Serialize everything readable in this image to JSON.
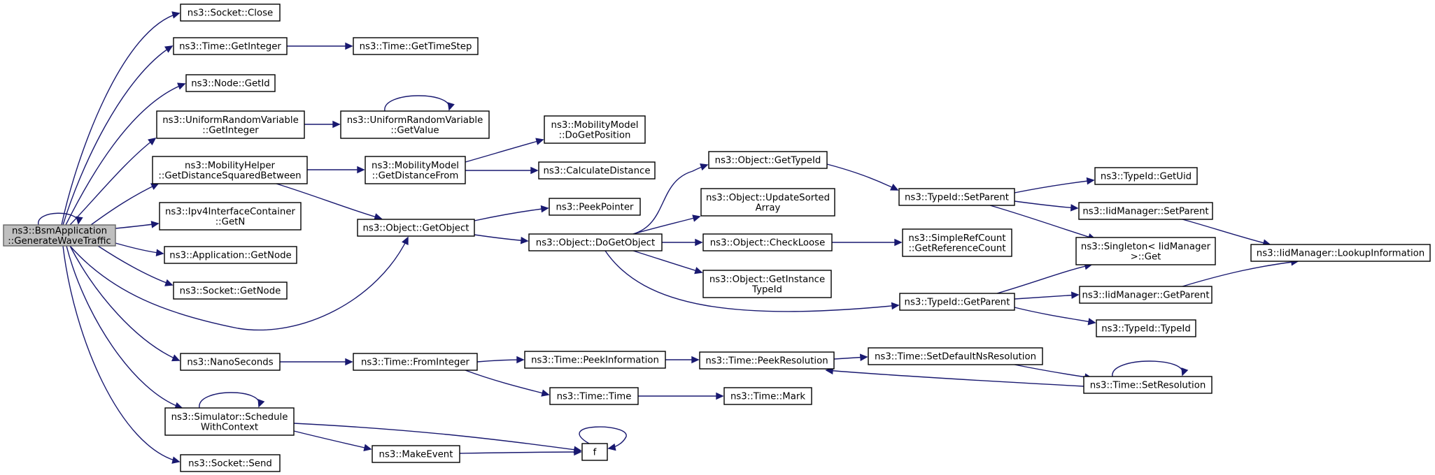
{
  "diagram": {
    "type": "call-graph",
    "colors": {
      "edge": "#191970",
      "root_fill": "#bfbfbf",
      "root_stroke": "#666666",
      "node_fill": "#ffffff",
      "node_stroke": "#000000"
    },
    "nodes": [
      {
        "id": "root",
        "lines": [
          "ns3::BsmApplication",
          "::GenerateWaveTraffic"
        ]
      },
      {
        "id": "socket_close",
        "lines": [
          "ns3::Socket::Close"
        ]
      },
      {
        "id": "time_getinteger",
        "lines": [
          "ns3::Time::GetInteger"
        ]
      },
      {
        "id": "time_gettimestep",
        "lines": [
          "ns3::Time::GetTimeStep"
        ]
      },
      {
        "id": "node_getid",
        "lines": [
          "ns3::Node::GetId"
        ]
      },
      {
        "id": "urv_getinteger",
        "lines": [
          "ns3::UniformRandomVariable",
          "::GetInteger"
        ]
      },
      {
        "id": "urv_getvalue",
        "lines": [
          "ns3::UniformRandomVariable",
          "::GetValue"
        ]
      },
      {
        "id": "mm_dogetposition",
        "lines": [
          "ns3::MobilityModel",
          "::DoGetPosition"
        ]
      },
      {
        "id": "mh_getdist",
        "lines": [
          "ns3::MobilityHelper",
          "::GetDistanceSquaredBetween"
        ]
      },
      {
        "id": "mm_getdistfrom",
        "lines": [
          "ns3::MobilityModel",
          "::GetDistanceFrom"
        ]
      },
      {
        "id": "calcdist",
        "lines": [
          "ns3::CalculateDistance"
        ]
      },
      {
        "id": "obj_gettypeid",
        "lines": [
          "ns3::Object::GetTypeId"
        ]
      },
      {
        "id": "typeid_getuid",
        "lines": [
          "ns3::TypeId::GetUid"
        ]
      },
      {
        "id": "typeid_setparent",
        "lines": [
          "ns3::TypeId::SetParent"
        ]
      },
      {
        "id": "obj_updatesorted",
        "lines": [
          "ns3::Object::UpdateSorted",
          "Array"
        ]
      },
      {
        "id": "peekpointer",
        "lines": [
          "ns3::PeekPointer"
        ]
      },
      {
        "id": "iid_setparent",
        "lines": [
          "ns3::IidManager::SetParent"
        ]
      },
      {
        "id": "ipv4_getn",
        "lines": [
          "ns3::Ipv4InterfaceContainer",
          "::GetN"
        ]
      },
      {
        "id": "obj_getobject",
        "lines": [
          "ns3::Object::GetObject"
        ]
      },
      {
        "id": "obj_dogetobject",
        "lines": [
          "ns3::Object::DoGetObject"
        ]
      },
      {
        "id": "obj_checkloose",
        "lines": [
          "ns3::Object::CheckLoose"
        ]
      },
      {
        "id": "simplerefcount",
        "lines": [
          "ns3::SimpleRefCount",
          "::GetReferenceCount"
        ]
      },
      {
        "id": "singleton_get",
        "lines": [
          "ns3::Singleton< IidManager",
          " >::Get"
        ]
      },
      {
        "id": "iid_lookup",
        "lines": [
          "ns3::IidManager::LookupInformation"
        ]
      },
      {
        "id": "app_getnode",
        "lines": [
          "ns3::Application::GetNode"
        ]
      },
      {
        "id": "obj_getinstancetypeid",
        "lines": [
          "ns3::Object::GetInstance",
          "TypeId"
        ]
      },
      {
        "id": "socket_getnode",
        "lines": [
          "ns3::Socket::GetNode"
        ]
      },
      {
        "id": "typeid_getparent",
        "lines": [
          "ns3::TypeId::GetParent"
        ]
      },
      {
        "id": "iid_getparent",
        "lines": [
          "ns3::IidManager::GetParent"
        ]
      },
      {
        "id": "typeid_typeid",
        "lines": [
          "ns3::TypeId::TypeId"
        ]
      },
      {
        "id": "nanoseconds",
        "lines": [
          "ns3::NanoSeconds"
        ]
      },
      {
        "id": "time_frominteger",
        "lines": [
          "ns3::Time::FromInteger"
        ]
      },
      {
        "id": "time_peekinfo",
        "lines": [
          "ns3::Time::PeekInformation"
        ]
      },
      {
        "id": "time_peekres",
        "lines": [
          "ns3::Time::PeekResolution"
        ]
      },
      {
        "id": "time_setdefaultns",
        "lines": [
          "ns3::Time::SetDefaultNsResolution"
        ]
      },
      {
        "id": "time_time",
        "lines": [
          "ns3::Time::Time"
        ]
      },
      {
        "id": "time_mark",
        "lines": [
          "ns3::Time::Mark"
        ]
      },
      {
        "id": "time_setres",
        "lines": [
          "ns3::Time::SetResolution"
        ]
      },
      {
        "id": "sim_schedule",
        "lines": [
          "ns3::Simulator::Schedule",
          "WithContext"
        ]
      },
      {
        "id": "f",
        "lines": [
          "f"
        ]
      },
      {
        "id": "makeevent",
        "lines": [
          "ns3::MakeEvent"
        ]
      },
      {
        "id": "socket_send",
        "lines": [
          "ns3::Socket::Send"
        ]
      }
    ],
    "edges": [
      [
        "root",
        "root"
      ],
      [
        "root",
        "socket_close"
      ],
      [
        "root",
        "time_getinteger"
      ],
      [
        "root",
        "node_getid"
      ],
      [
        "root",
        "urv_getinteger"
      ],
      [
        "root",
        "mh_getdist"
      ],
      [
        "root",
        "ipv4_getn"
      ],
      [
        "root",
        "app_getnode"
      ],
      [
        "root",
        "socket_getnode"
      ],
      [
        "root",
        "obj_getobject"
      ],
      [
        "root",
        "nanoseconds"
      ],
      [
        "root",
        "sim_schedule"
      ],
      [
        "root",
        "socket_send"
      ],
      [
        "time_getinteger",
        "time_gettimestep"
      ],
      [
        "urv_getinteger",
        "urv_getvalue"
      ],
      [
        "urv_getvalue",
        "urv_getvalue"
      ],
      [
        "mh_getdist",
        "mm_getdistfrom"
      ],
      [
        "mh_getdist",
        "obj_getobject"
      ],
      [
        "mm_getdistfrom",
        "mm_dogetposition"
      ],
      [
        "mm_getdistfrom",
        "calcdist"
      ],
      [
        "obj_getobject",
        "peekpointer"
      ],
      [
        "obj_getobject",
        "obj_dogetobject"
      ],
      [
        "obj_dogetobject",
        "obj_gettypeid"
      ],
      [
        "obj_dogetobject",
        "obj_updatesorted"
      ],
      [
        "obj_dogetobject",
        "obj_checkloose"
      ],
      [
        "obj_dogetobject",
        "obj_getinstancetypeid"
      ],
      [
        "obj_dogetobject",
        "typeid_getparent"
      ],
      [
        "obj_gettypeid",
        "typeid_setparent"
      ],
      [
        "typeid_setparent",
        "typeid_getuid"
      ],
      [
        "typeid_setparent",
        "iid_setparent"
      ],
      [
        "typeid_setparent",
        "singleton_get"
      ],
      [
        "iid_setparent",
        "iid_lookup"
      ],
      [
        "obj_checkloose",
        "simplerefcount"
      ],
      [
        "typeid_getparent",
        "singleton_get"
      ],
      [
        "typeid_getparent",
        "iid_getparent"
      ],
      [
        "typeid_getparent",
        "typeid_typeid"
      ],
      [
        "iid_getparent",
        "iid_lookup"
      ],
      [
        "nanoseconds",
        "time_frominteger"
      ],
      [
        "time_frominteger",
        "time_peekinfo"
      ],
      [
        "time_frominteger",
        "time_time"
      ],
      [
        "time_peekinfo",
        "time_peekres"
      ],
      [
        "time_peekres",
        "time_setdefaultns"
      ],
      [
        "time_setdefaultns",
        "time_setres"
      ],
      [
        "time_setres",
        "time_peekres"
      ],
      [
        "time_setres",
        "time_setres"
      ],
      [
        "time_time",
        "time_mark"
      ],
      [
        "sim_schedule",
        "sim_schedule"
      ],
      [
        "sim_schedule",
        "f"
      ],
      [
        "sim_schedule",
        "makeevent"
      ],
      [
        "makeevent",
        "f"
      ],
      [
        "f",
        "f"
      ]
    ]
  }
}
